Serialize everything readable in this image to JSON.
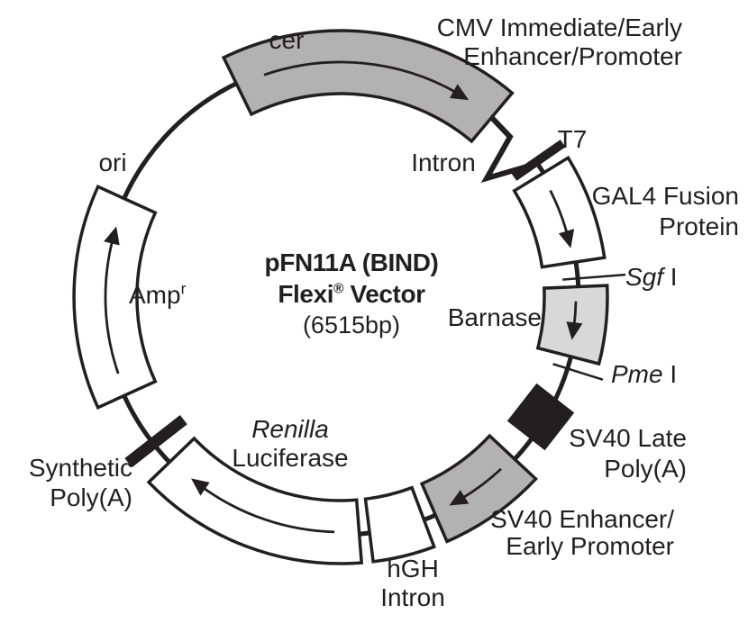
{
  "figure": {
    "kind": "plasmid-map",
    "name": "pFN11A (BIND) Flexi® Vector",
    "size_bp": 6515,
    "size_label": "(6515bp)"
  },
  "title": {
    "line1": "pFN11A (BIND)",
    "line2_pre": "Flexi",
    "line2_sup": "®",
    "line2_post": " Vector",
    "line3": "(6515bp)"
  },
  "colors": {
    "background": "#ffffff",
    "ink": "#231f20",
    "segment_gray": "#b2b2b2",
    "segment_light_gray": "#d8d8d8",
    "segment_white": "#ffffff",
    "block_black": "#231f20"
  },
  "features": [
    {
      "id": "cer",
      "kind": "region-label",
      "label": "cer"
    },
    {
      "id": "cmv-enhancer-promoter",
      "kind": "segment",
      "fill": "segment_gray",
      "direction": "clockwise",
      "label": "CMV Immediate/Early\nEnhancer/Promoter"
    },
    {
      "id": "chimeric-intron",
      "kind": "intron-splice",
      "label": "Intron"
    },
    {
      "id": "t7-promoter",
      "kind": "bar-marker",
      "label": "T7"
    },
    {
      "id": "gal4-fusion-protein",
      "kind": "segment",
      "fill": "segment_white",
      "direction": "clockwise",
      "label": "GAL4 Fusion\nProtein"
    },
    {
      "id": "sgf1-site",
      "kind": "restriction-site",
      "label_italic": "Sgf",
      "label_rest": " I"
    },
    {
      "id": "barnase",
      "kind": "segment",
      "fill": "segment_light_gray",
      "direction": "clockwise",
      "label": "Barnase"
    },
    {
      "id": "pme1-site",
      "kind": "restriction-site",
      "label_italic": "Pme",
      "label_rest": " I"
    },
    {
      "id": "sv40-late-polya",
      "kind": "block-marker",
      "label": "SV40 Late\nPoly(A)"
    },
    {
      "id": "sv40-enhancer-early-promoter",
      "kind": "segment",
      "fill": "segment_gray",
      "direction": "clockwise",
      "label": "SV40 Enhancer/\nEarly Promoter"
    },
    {
      "id": "hgh-intron",
      "kind": "segment",
      "fill": "segment_white",
      "direction": "none",
      "label": "hGH\nIntron"
    },
    {
      "id": "renilla-luciferase",
      "kind": "segment",
      "fill": "segment_white",
      "direction": "clockwise",
      "label_italic": "Renilla",
      "label_rest": "\nLuciferase"
    },
    {
      "id": "synthetic-polya",
      "kind": "bar-marker",
      "label": "Synthetic\nPoly(A)"
    },
    {
      "id": "amp-resistance",
      "kind": "segment",
      "fill": "segment_white",
      "direction": "clockwise",
      "label": "Amp",
      "label_sup": "r"
    },
    {
      "id": "ori",
      "kind": "region-label",
      "label": "ori"
    }
  ]
}
